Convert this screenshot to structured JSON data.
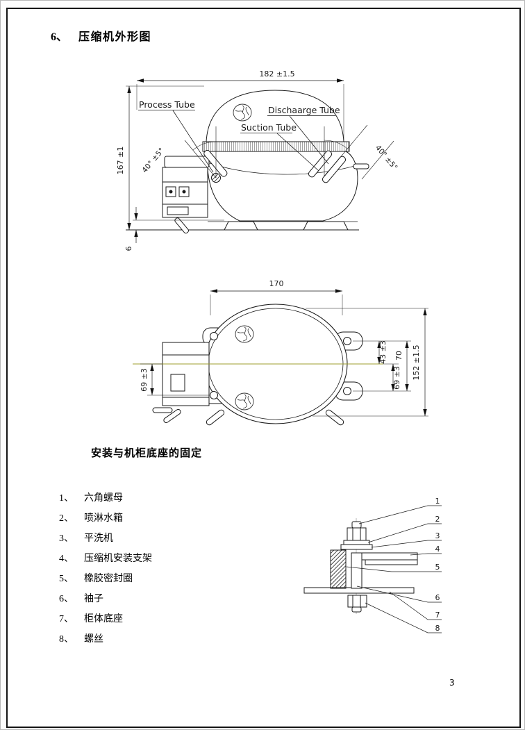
{
  "page": {
    "section_number": "6、",
    "section_title": "压缩机外形图",
    "subtitle": "安装与机柜底座的固定",
    "page_number": "3"
  },
  "side_view": {
    "labels": {
      "process_tube": "Process Tube",
      "discharge_tube": "Dischaarge Tube",
      "suction_tube": "Suction Tube"
    },
    "dimensions": {
      "width": "182 ±1.5",
      "height": "167 ±1",
      "angle_left": "40° ±5°",
      "angle_right": "40° ±5°",
      "base": "6"
    }
  },
  "top_view": {
    "centerline_color": "#9c9c2e",
    "dimensions": {
      "width": "170",
      "left_height": "69 ±3",
      "right_upper": "43 ±3",
      "right_lower": "69 ±3",
      "hole_span": "70",
      "overall_height": "152 ±1.5"
    }
  },
  "parts_list": [
    {
      "num": "1、",
      "label": "六角螺母"
    },
    {
      "num": "2、",
      "label": "喷淋水箱"
    },
    {
      "num": "3、",
      "label": "平洗机"
    },
    {
      "num": "4、",
      "label": "压缩机安装支架"
    },
    {
      "num": "5、",
      "label": "橡胶密封圈"
    },
    {
      "num": "6、",
      "label": "袖子"
    },
    {
      "num": "7、",
      "label": "柜体底座"
    },
    {
      "num": "8、",
      "label": "螺丝"
    }
  ],
  "assembly": {
    "callouts": [
      "1",
      "2",
      "3",
      "4",
      "5",
      "6",
      "7",
      "8"
    ]
  }
}
